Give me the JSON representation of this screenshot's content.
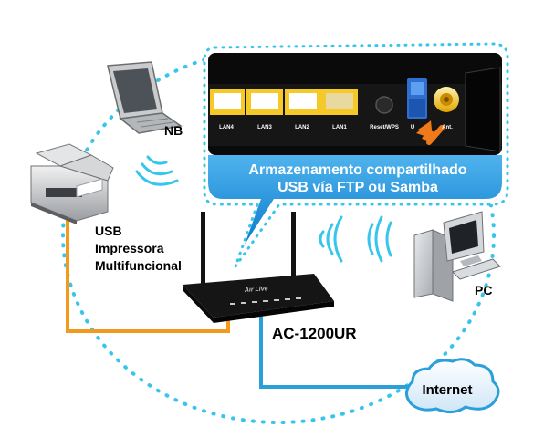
{
  "callout": {
    "line1": "Armazenamento compartilhado",
    "line2": "USB vía FTP ou Samba"
  },
  "ports": {
    "lan4": "LAN4",
    "lan3": "LAN3",
    "lan2": "LAN2",
    "lan1": "LAN1",
    "reset": "Reset/WPS",
    "usb": "U",
    "ant": "Ant."
  },
  "router": {
    "model": "AC-1200UR",
    "brand": "Air Live"
  },
  "devices": {
    "nb": "NB",
    "pc": "PC",
    "printer_line1": "USB",
    "printer_line2": "Impressora",
    "printer_line3": "Multifuncional",
    "internet": "Internet"
  },
  "colors": {
    "wifi_circle": "#37c5ec",
    "callout_blue": "#1a8fd8",
    "usb_cable": "#f39a1e",
    "internet_cable": "#2b9fd9",
    "usb_stick": "#2f6fd0",
    "arrow": "#f07a1a",
    "lan_port": "#f5c928"
  }
}
